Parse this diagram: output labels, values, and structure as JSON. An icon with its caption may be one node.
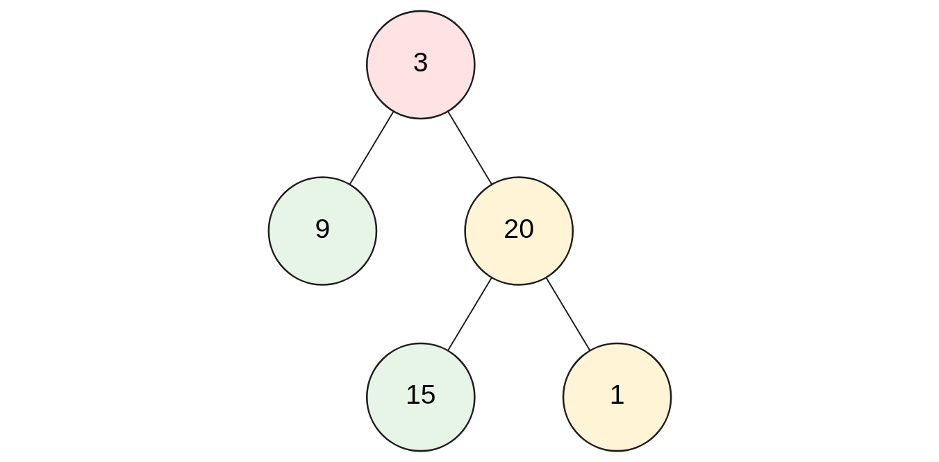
{
  "diagram": {
    "nodes": [
      {
        "text": [
          "3"
        ]
      },
      {
        "text": [
          "9"
        ]
      },
      {
        "text": [
          "20"
        ]
      },
      {
        "text": [
          "15"
        ]
      },
      {
        "text": [
          "1"
        ]
      }
    ],
    "edges": [
      {
        "from": 0,
        "to": 1,
        "arrow": "none"
      },
      {
        "from": 0,
        "to": 2,
        "arrow": "none"
      },
      {
        "from": 2,
        "to": 3,
        "arrow": "none"
      },
      {
        "from": 2,
        "to": 4,
        "arrow": "none"
      }
    ]
  }
}
